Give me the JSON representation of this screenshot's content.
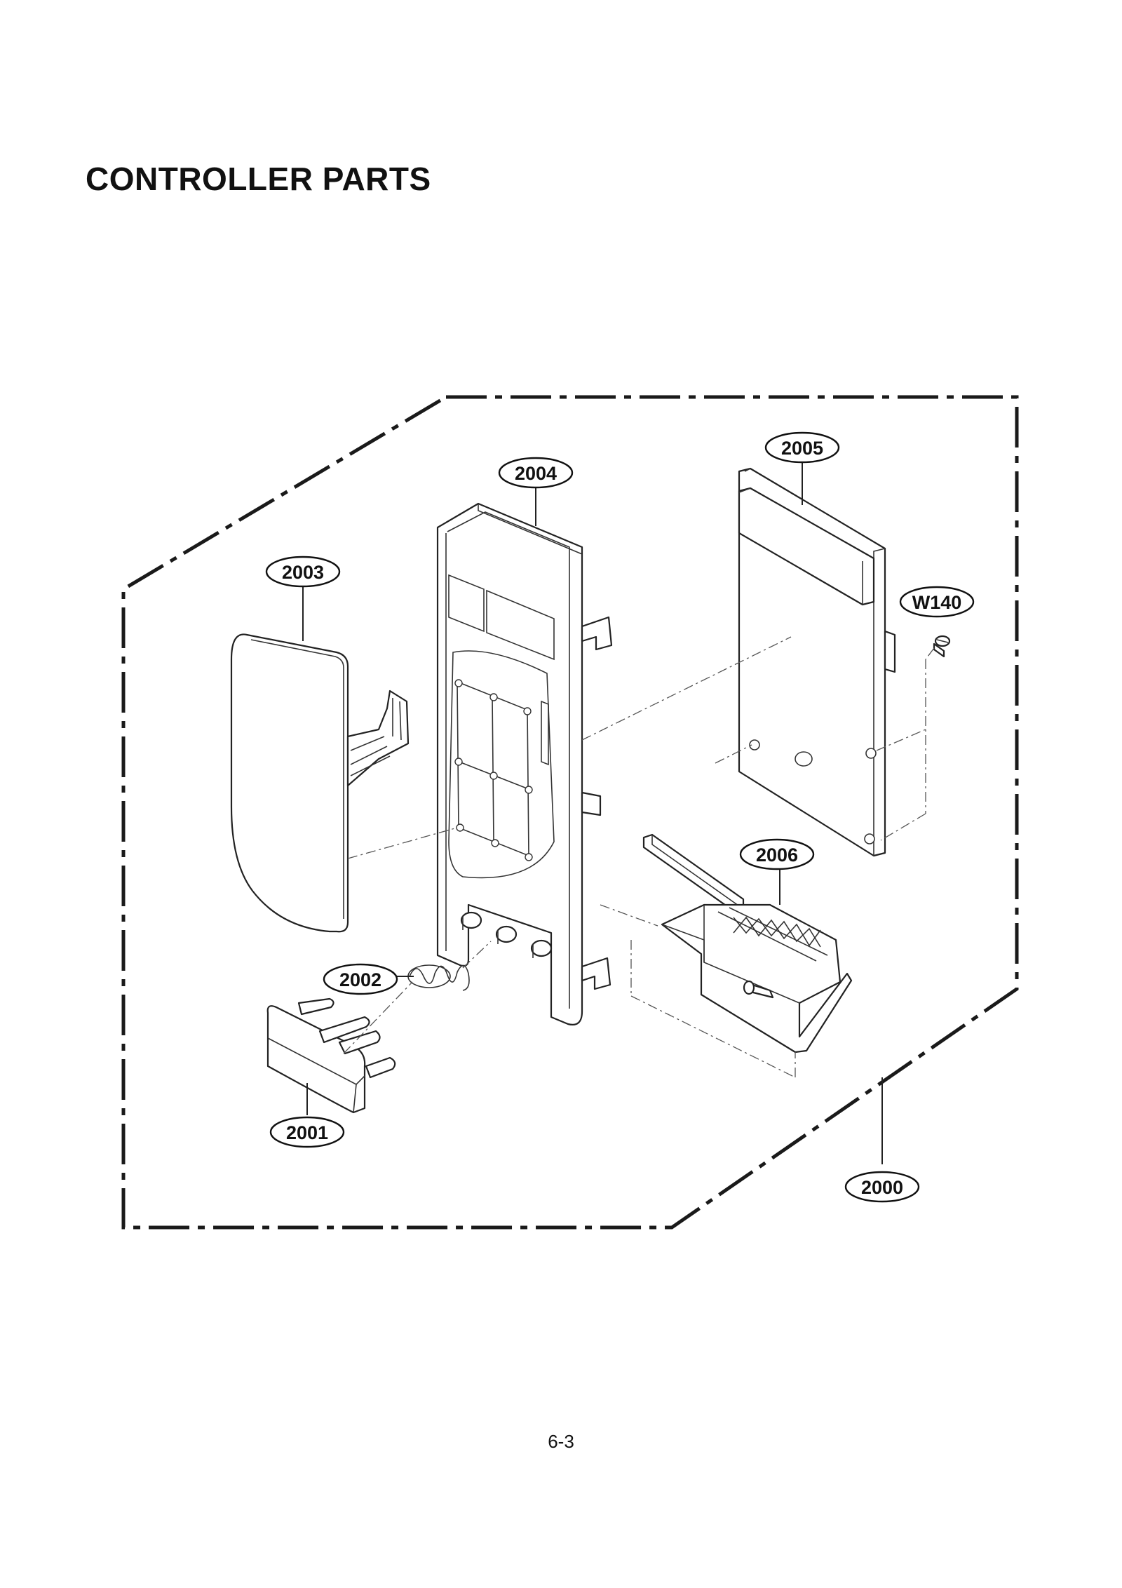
{
  "page": {
    "title": "CONTROLLER PARTS",
    "page_number": "6-3"
  },
  "callouts": {
    "c2000": "2000",
    "c2001": "2001",
    "c2002": "2002",
    "c2003": "2003",
    "c2004": "2004",
    "c2005": "2005",
    "c2006": "2006",
    "cW140": "W140"
  }
}
